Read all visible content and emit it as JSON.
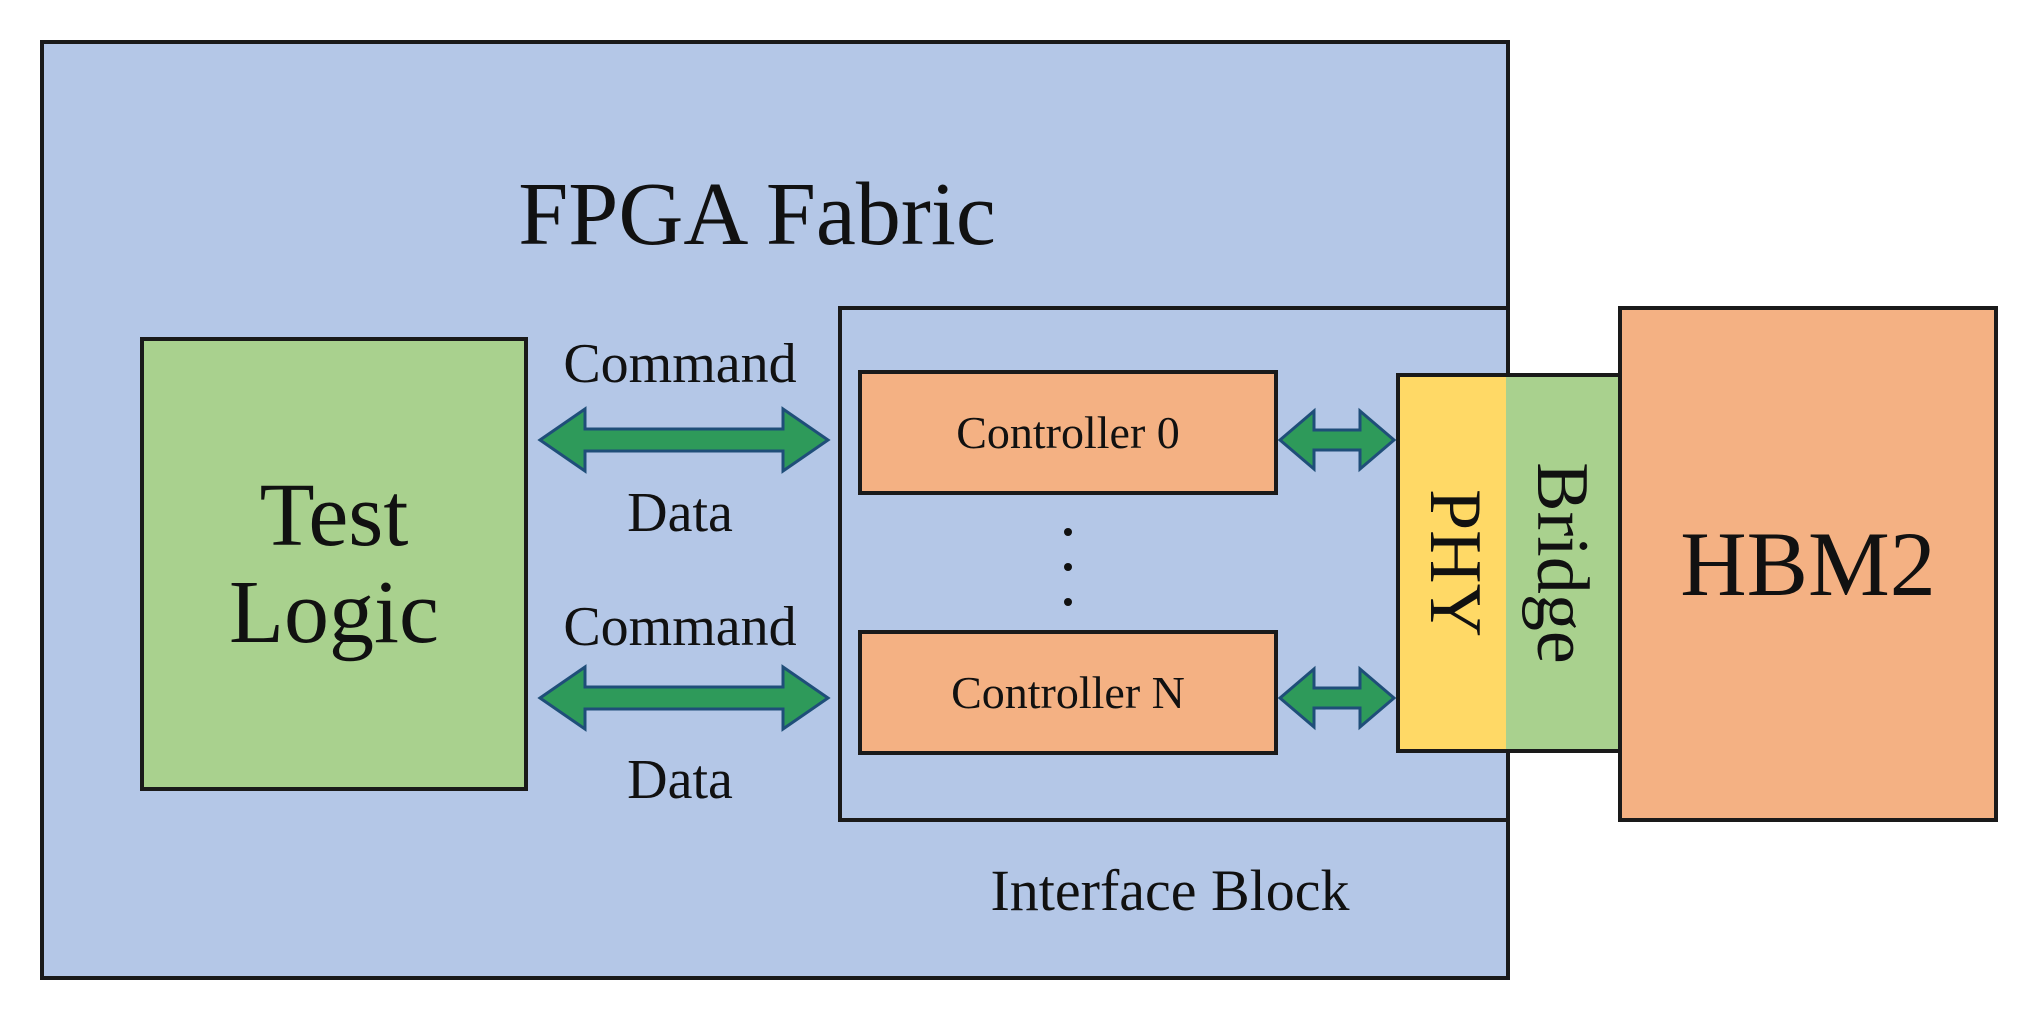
{
  "diagram": {
    "fabric_title": "FPGA Fabric",
    "test_logic": [
      "Test",
      "Logic"
    ],
    "arrow_labels": {
      "command_top": "Command",
      "data_top": "Data",
      "command_bottom": "Command",
      "data_bottom": "Data"
    },
    "controllers": [
      "Controller 0",
      "Controller N"
    ],
    "phy": "PHY",
    "bridge": "Bridge",
    "hbm": "HBM2",
    "interface_block": "Interface Block"
  },
  "colors": {
    "fabric": "#b4c7e7",
    "test_logic": "#a9d18e",
    "controller": "#f4b183",
    "phy": "#ffd966",
    "bridge": "#a9d18e",
    "hbm": "#f4b183",
    "arrow_fill": "#2e9a5a",
    "arrow_stroke": "#1f4e79"
  }
}
